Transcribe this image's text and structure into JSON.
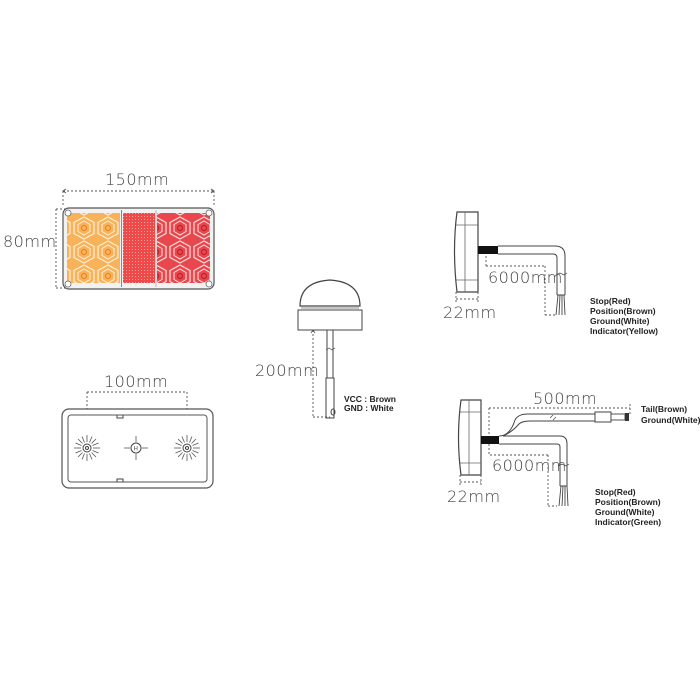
{
  "diagram": {
    "front_view": {
      "width_dim": "150mm",
      "height_dim": "80mm",
      "sections": [
        {
          "name": "indicator",
          "color": "#f7a641"
        },
        {
          "name": "reverse-stop-red-grid",
          "color": "#ef4444"
        },
        {
          "name": "stop-tail",
          "color": "#e8353d"
        }
      ]
    },
    "back_view": {
      "mount_spacing_dim": "100mm"
    },
    "license_lamp": {
      "cable_length_dim": "200mm",
      "wiring": [
        "VCC : Brown",
        "GND : White"
      ]
    },
    "side_view_top": {
      "depth_dim": "22mm",
      "cable_length_dim": "6000mm",
      "wiring": [
        "Stop(Red)",
        "Position(Brown)",
        "Ground(White)",
        "Indicator(Yellow)"
      ]
    },
    "side_view_bottom": {
      "depth_dim": "22mm",
      "cable_length_dim": "6000mm",
      "extra_cable_dim": "500mm",
      "extra_wiring": [
        "Tail(Brown)",
        "Ground(White)"
      ],
      "wiring": [
        "Stop(Red)",
        "Position(Brown)",
        "Ground(White)",
        "Indicator(Green)"
      ]
    }
  }
}
